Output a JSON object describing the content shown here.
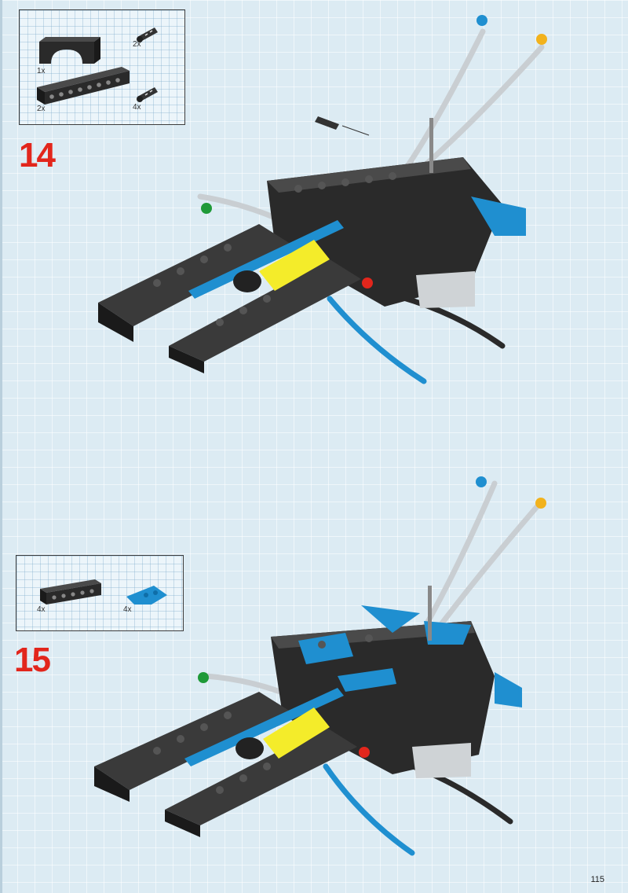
{
  "page": {
    "number": "115"
  },
  "steps": [
    {
      "number": "14",
      "parts": [
        {
          "qty": "1x",
          "part": "arch-brick-icon"
        },
        {
          "qty": "2x",
          "part": "pin-connector-icon"
        },
        {
          "qty": "2x",
          "part": "technic-beam-long-icon"
        },
        {
          "qty": "4x",
          "part": "pin-connector-icon"
        }
      ]
    },
    {
      "number": "15",
      "parts": [
        {
          "qty": "4x",
          "part": "technic-beam-short-icon"
        },
        {
          "qty": "4x",
          "part": "wedge-plate-icon"
        }
      ]
    }
  ],
  "colors": {
    "step_red": "#e2261c",
    "brick_black": "#2a2a2a",
    "brick_blue": "#1f8fd0",
    "cylinder_yellow": "#f4ec2a",
    "hose_grey": "#c9ced2",
    "marker_blue": "#1f8fd0",
    "marker_orange": "#f2b21c",
    "marker_green": "#1f9a38",
    "marker_red": "#e2261c"
  }
}
